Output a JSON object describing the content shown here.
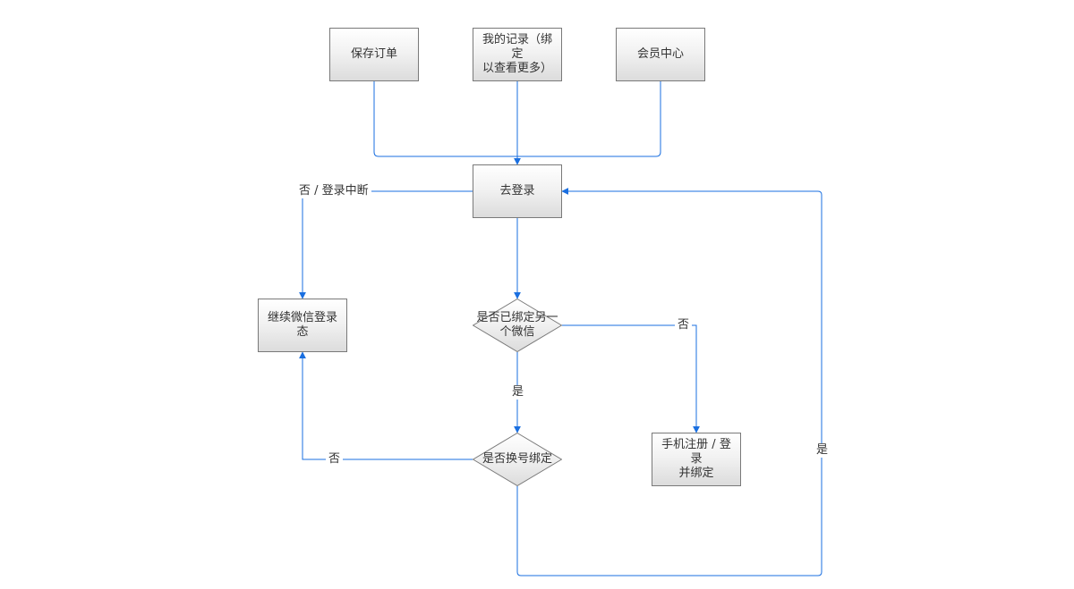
{
  "nodes": {
    "save_order": "保存订单",
    "my_records": "我的记录（绑定\n以查看更多）",
    "member_center": "会员中心",
    "go_login": "去登录",
    "continue_wechat_login": "继续微信登录态",
    "bound_other_wechat": "是否已绑定另一\n个微信",
    "phone_register_login": "手机注册 / 登录\n并绑定",
    "change_number_bind": "是否换号绑定"
  },
  "edge_labels": {
    "no_login_interrupted": "否 / 登录中断",
    "no_right": "否",
    "yes_down": "是",
    "no_left": "否",
    "yes_right_loop": "是"
  },
  "colors": {
    "edge": "#1a6fe0",
    "node_border": "#797979",
    "text": "#333333"
  }
}
